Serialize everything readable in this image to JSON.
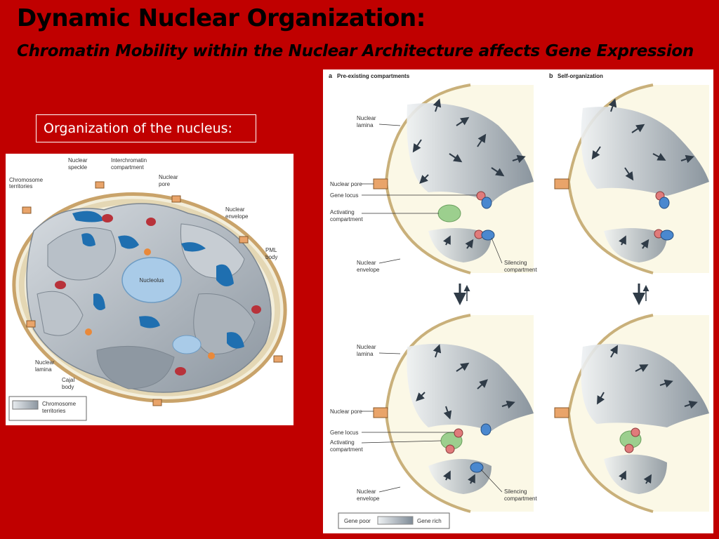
{
  "slide": {
    "title": "Dynamic Nuclear Organization:",
    "subtitle": "Chromatin Mobility within the Nuclear Architecture affects Gene Expression",
    "organization_label": "Organization of the nucleus:"
  },
  "left_figure": {
    "labels": {
      "chromosome_territories": [
        "Chromosome",
        "territories"
      ],
      "nuclear_speckle": [
        "Nuclear",
        "speckle"
      ],
      "interchromatin": [
        "Interchromatin",
        "compartment"
      ],
      "nuclear_pore": [
        "Nuclear",
        "pore"
      ],
      "nuclear_envelope": [
        "Nuclear",
        "envelope"
      ],
      "pml_body": [
        "PML",
        "body"
      ],
      "nucleolus": "Nucleolus",
      "nuclear_lamina": [
        "Nuclear",
        "lamina"
      ],
      "cajal_body": [
        "Cajal",
        "body"
      ]
    },
    "legend": [
      "Chromosome",
      "territories"
    ]
  },
  "right_figure": {
    "panel_a": {
      "letter": "a",
      "title": "Pre-existing compartments"
    },
    "panel_b": {
      "letter": "b",
      "title": "Self-organization"
    },
    "labels": {
      "nuclear_lamina": [
        "Nuclear",
        "lamina"
      ],
      "nuclear_pore": "Nuclear pore",
      "gene_locus": "Gene locus",
      "activating_compartment": [
        "Activating",
        "compartment"
      ],
      "nuclear_envelope": [
        "Nuclear",
        "envelope"
      ],
      "silencing_compartment": [
        "Silencing",
        "compartment"
      ]
    },
    "legend": {
      "left": "Gene poor",
      "right": "Gene rich"
    }
  },
  "colors": {
    "background": "#c00000",
    "territory": "#9aa4ae",
    "speckle": "#1f6fb0",
    "nucleolus": "#a9cbe8",
    "pore": "#e9a46a",
    "envelope": "#c9b07a",
    "activating": "#9ccf8e",
    "locus": "#e07b7b",
    "silencing": "#4a88cf"
  }
}
